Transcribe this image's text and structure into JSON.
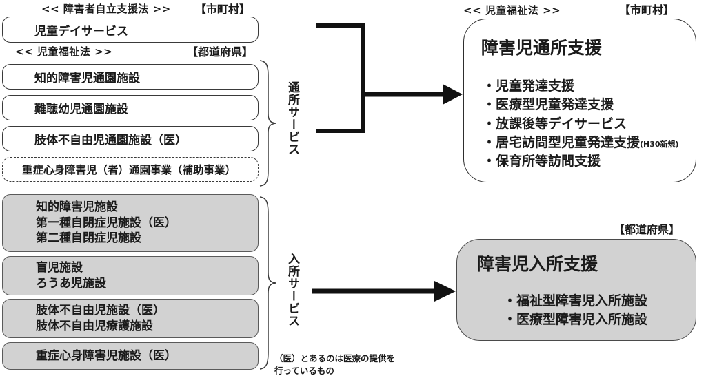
{
  "left": {
    "headers": [
      {
        "law": "<< 障害者自立支援法 >>",
        "authority": "【市町村】"
      },
      {
        "law": "<< 児童福祉法 >>",
        "authority": "【都道府県】"
      }
    ],
    "outline_boxes": [
      {
        "label": "児童デイサービス",
        "style": "solid"
      },
      {
        "label": "知的障害児通園施設",
        "style": "solid"
      },
      {
        "label": "難聴幼児通園施設",
        "style": "solid"
      },
      {
        "label": "肢体不自由児通園施設（医）",
        "style": "solid"
      },
      {
        "label": "重症心身障害児（者）通園事業（補助事業）",
        "style": "dashed"
      }
    ],
    "gray_boxes": [
      {
        "lines": [
          "知的障害児施設",
          "第一種自閉症児施設（医）",
          "第二種自閉症児施設"
        ]
      },
      {
        "lines": [
          "盲児施設",
          "ろうあ児施設"
        ]
      },
      {
        "lines": [
          "肢体不自由児施設（医）",
          "肢体不自由児療護施設"
        ]
      },
      {
        "lines": [
          "重症心身障害児施設（医）"
        ]
      }
    ]
  },
  "center": {
    "group_labels": [
      {
        "text": "通所サービス"
      },
      {
        "text": "入所サービス"
      }
    ],
    "footnote_lines": [
      "（医）とあるのは医療の提供を",
      "行っているもの"
    ]
  },
  "right": {
    "top": {
      "law": "<< 児童福祉法 >>",
      "authority": "【市町村】",
      "title": "障害児通所支援",
      "items": [
        {
          "text": "・児童発達支援",
          "note": ""
        },
        {
          "text": "・医療型児童発達支援",
          "note": ""
        },
        {
          "text": "・放課後等デイサービス",
          "note": ""
        },
        {
          "text": "・居宅訪問型児童発達支援",
          "note": "(H30新規)"
        },
        {
          "text": "・保育所等訪問支援",
          "note": ""
        }
      ]
    },
    "bottom": {
      "authority": "【都道府県】",
      "title": "障害児入所支援",
      "items": [
        {
          "text": "・福祉型障害児入所施設",
          "note": ""
        },
        {
          "text": "・医療型障害児入所施設",
          "note": ""
        }
      ]
    }
  },
  "colors": {
    "gray_fill": "#d2d2d2",
    "stroke": "#2e2e2e",
    "text": "#1a1a1a"
  }
}
